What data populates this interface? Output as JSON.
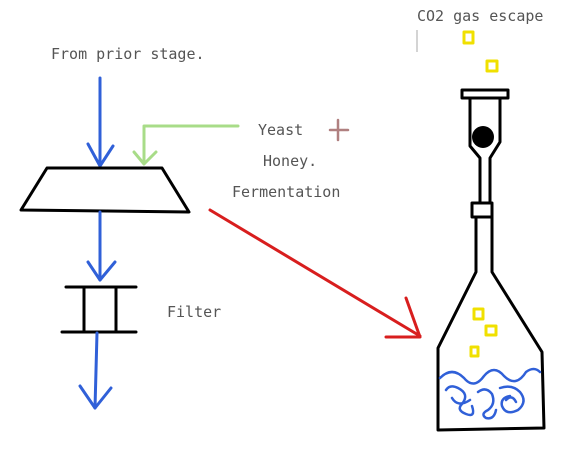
{
  "labels": {
    "from_prior_stage": "From prior stage.",
    "yeast": "Yeast",
    "honey": "Honey.",
    "fermentation": "Fermentation",
    "filter": "Filter",
    "co2_escape": "CO2 gas escape"
  },
  "colors": {
    "flow_blue": "#3060d8",
    "ingredient_green": "#a8dc88",
    "transfer_red": "#d81e1e",
    "outline_black": "#000000",
    "bubble_yellow": "#f0e000",
    "label_gray": "#555555",
    "plus_mark": "#b08080"
  },
  "icons": {
    "plus": "plus-icon",
    "airlock_ball": "airlock-ball-icon"
  }
}
